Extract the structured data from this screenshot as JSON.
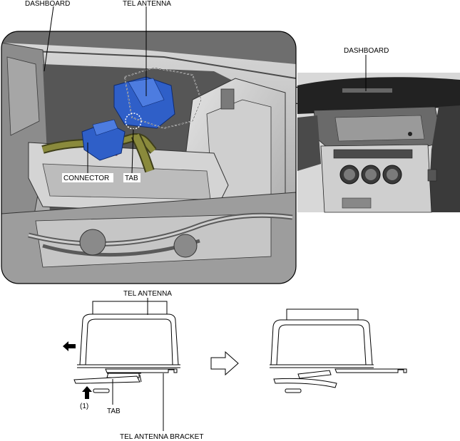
{
  "labels": {
    "dashboard_top_left": "DASHBOARD",
    "tel_antenna_top": "TEL ANTENNA",
    "dashboard_right": "DASHBOARD",
    "connector": "CONNECTOR",
    "tab_top": "TAB",
    "tel_antenna_bottom": "TEL ANTENNA",
    "step_number": "(1)",
    "tab_bottom": "TAB",
    "tel_antenna_bracket": "TEL ANTENNA BRACKET"
  },
  "colors": {
    "antenna_blue": "#2f5fc8",
    "connector_red": "#d81e1e",
    "harness_olive": "#7a7a35",
    "panel_gray": "#bfbfbf"
  }
}
